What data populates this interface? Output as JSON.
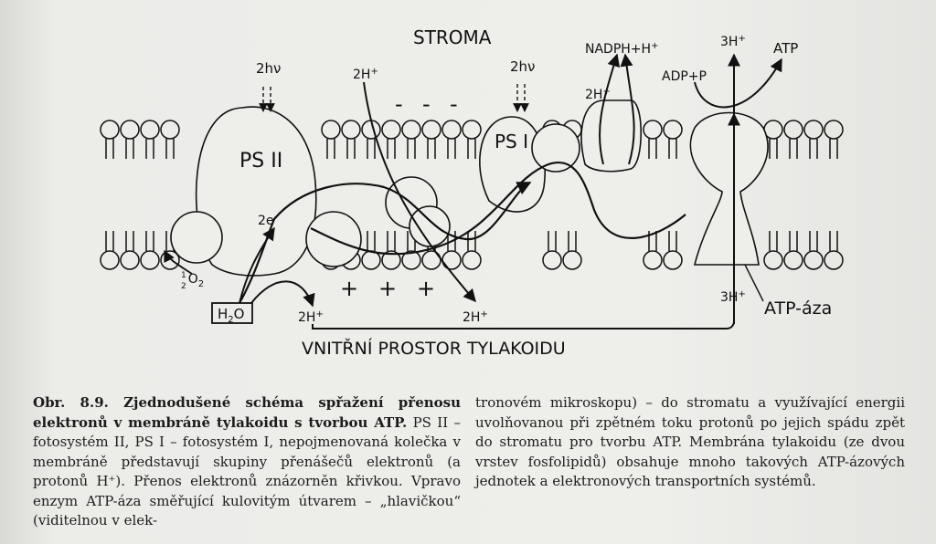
{
  "figure": {
    "stroma_label": "STROMA",
    "inner_space_label": "VNITŘNÍ PROSTOR TYLAKOIDU",
    "ps2_label": "PS II",
    "ps1_label": "PS I",
    "light_ps2": "2hν",
    "light_ps1": "2hν",
    "proton_top": "2H",
    "proton_top_sup": "+",
    "nadph_label": "NADPH+H",
    "nadph_sup": "+",
    "proton_mid_right": "2H",
    "proton_mid_right_sup": "+",
    "proton_atp_top": "3H",
    "proton_atp_top_sup": "+",
    "adp_label": "ADP+P",
    "atp_label": "ATP",
    "electron_label": "2e",
    "electron_sup": "-",
    "oxygen_label": "O",
    "oxygen_frac_num": "1",
    "oxygen_frac_den": "2",
    "oxygen_sub": "2",
    "water_label": "H",
    "water_sub": "2",
    "water_tail": "O",
    "proton_left_bottom": "2H",
    "proton_left_bottom_sup": "+",
    "proton_mid_bottom": "2H",
    "proton_mid_bottom_sup": "+",
    "proton_atp_bottom": "3H",
    "proton_atp_bottom_sup": "+",
    "atpaza_label": "ATP-áza",
    "minus_signs": [
      "-",
      "-",
      "-"
    ],
    "plus_signs": [
      "+",
      "+",
      "+"
    ]
  },
  "caption": {
    "left_bold": "Obr. 8.9. Zjednodušené schéma spřažení přenosu elektronů v membráně tylakoidu s tvorbou ATP.",
    "left_text": "PS II – fotosystém II, PS I – fotosystém I, nepojmenovaná kolečka v membráně představují skupiny přenášečů elektronů (a protonů H⁺). Přenos elektronů znázorněn křivkou. Vpravo enzym ATP-áza směřující kulovitým útvarem – „hlavičkou“ (viditelnou v elek-",
    "right_text": "tronovém mikroskopu) – do stromatu a využívající energii uvolňovanou při zpětném toku protonů po jejich spádu zpět do stromatu pro tvorbu ATP. Membrána tylakoidu (ze dvou vrstev fosfolipidů) obsahuje mnoho takových ATP-ázových jednotek a elektronových transportních systémů."
  }
}
